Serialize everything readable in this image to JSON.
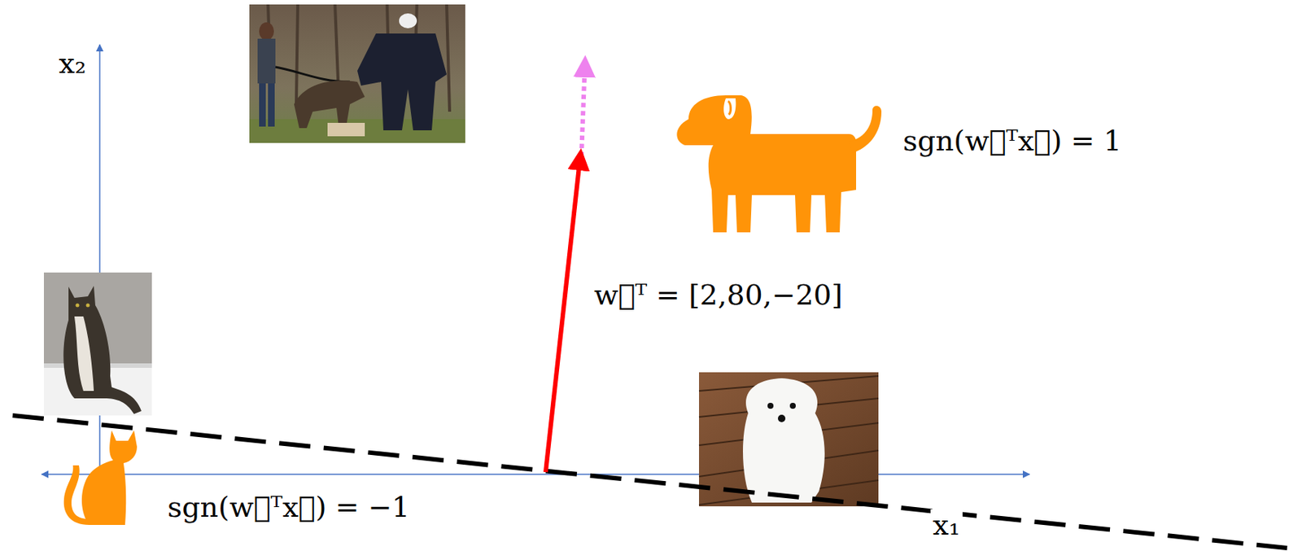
{
  "diagram": {
    "labels": [
      "x₂",
      "sgn(w⃗ᵀx⃗) = 1",
      "w⃗ᵀ = [2,80,−20]",
      "sgn(w⃗ᵀx⃗) = −1",
      "x₁"
    ]
  }
}
